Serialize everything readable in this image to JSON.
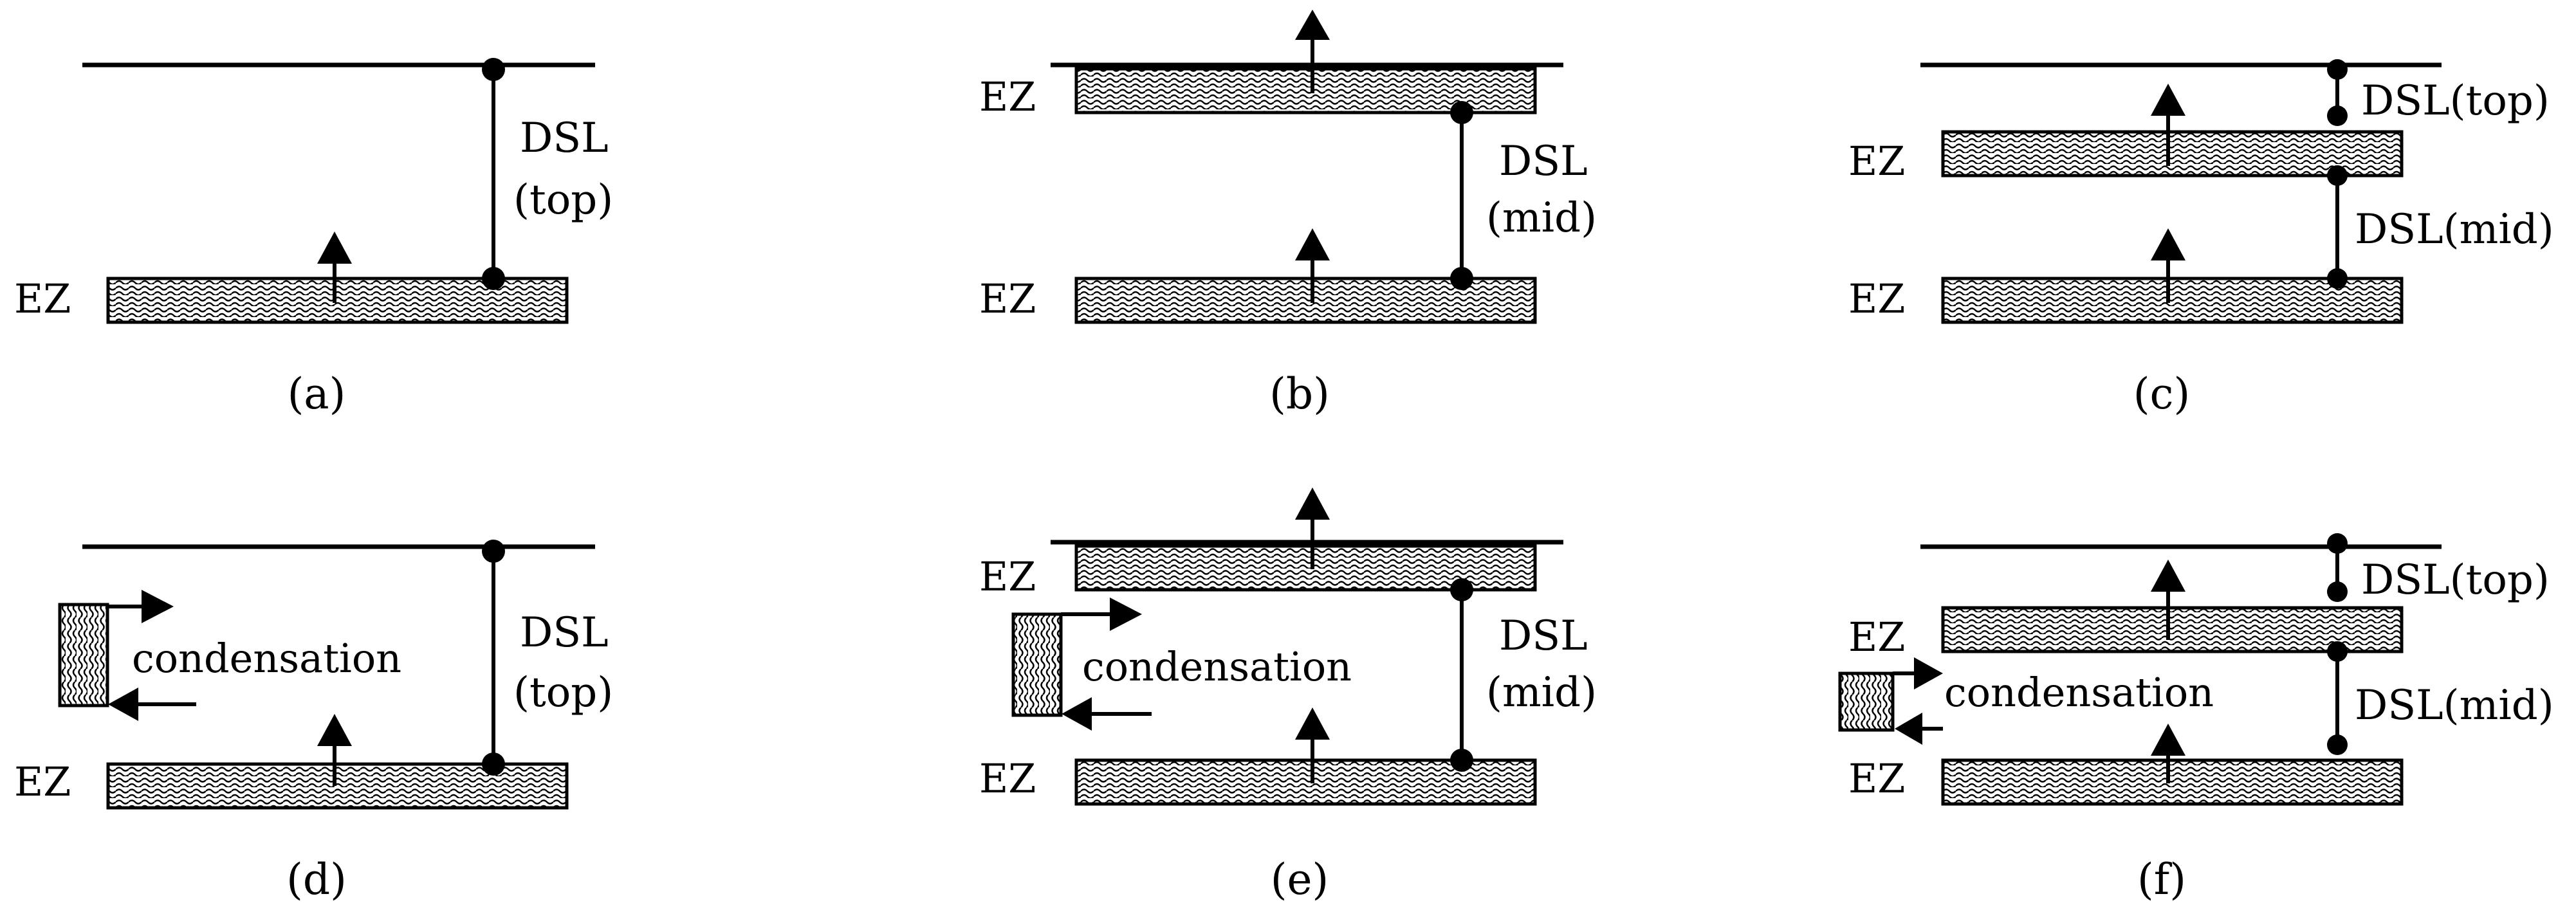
{
  "panels": {
    "a": {
      "caption": "(a)",
      "ez": [
        "EZ"
      ],
      "dsl": [
        "DSL",
        "(top)"
      ]
    },
    "b": {
      "caption": "(b)",
      "ez": [
        "EZ",
        "EZ"
      ],
      "dsl": [
        "DSL",
        "(mid)"
      ]
    },
    "c": {
      "caption": "(c)",
      "ez": [
        "EZ",
        "EZ"
      ],
      "dsl": [
        "DSL(top)",
        "DSL(mid)"
      ]
    },
    "d": {
      "caption": "(d)",
      "ez": [
        "EZ"
      ],
      "dsl": [
        "DSL",
        "(top)"
      ],
      "condensation": "condensation"
    },
    "e": {
      "caption": "(e)",
      "ez": [
        "EZ",
        "EZ"
      ],
      "dsl": [
        "DSL",
        "(mid)"
      ],
      "condensation": "condensation"
    },
    "f": {
      "caption": "(f)",
      "ez": [
        "EZ",
        "EZ"
      ],
      "dsl": [
        "DSL(top)",
        "DSL(mid)"
      ],
      "condensation": "condensation"
    }
  }
}
